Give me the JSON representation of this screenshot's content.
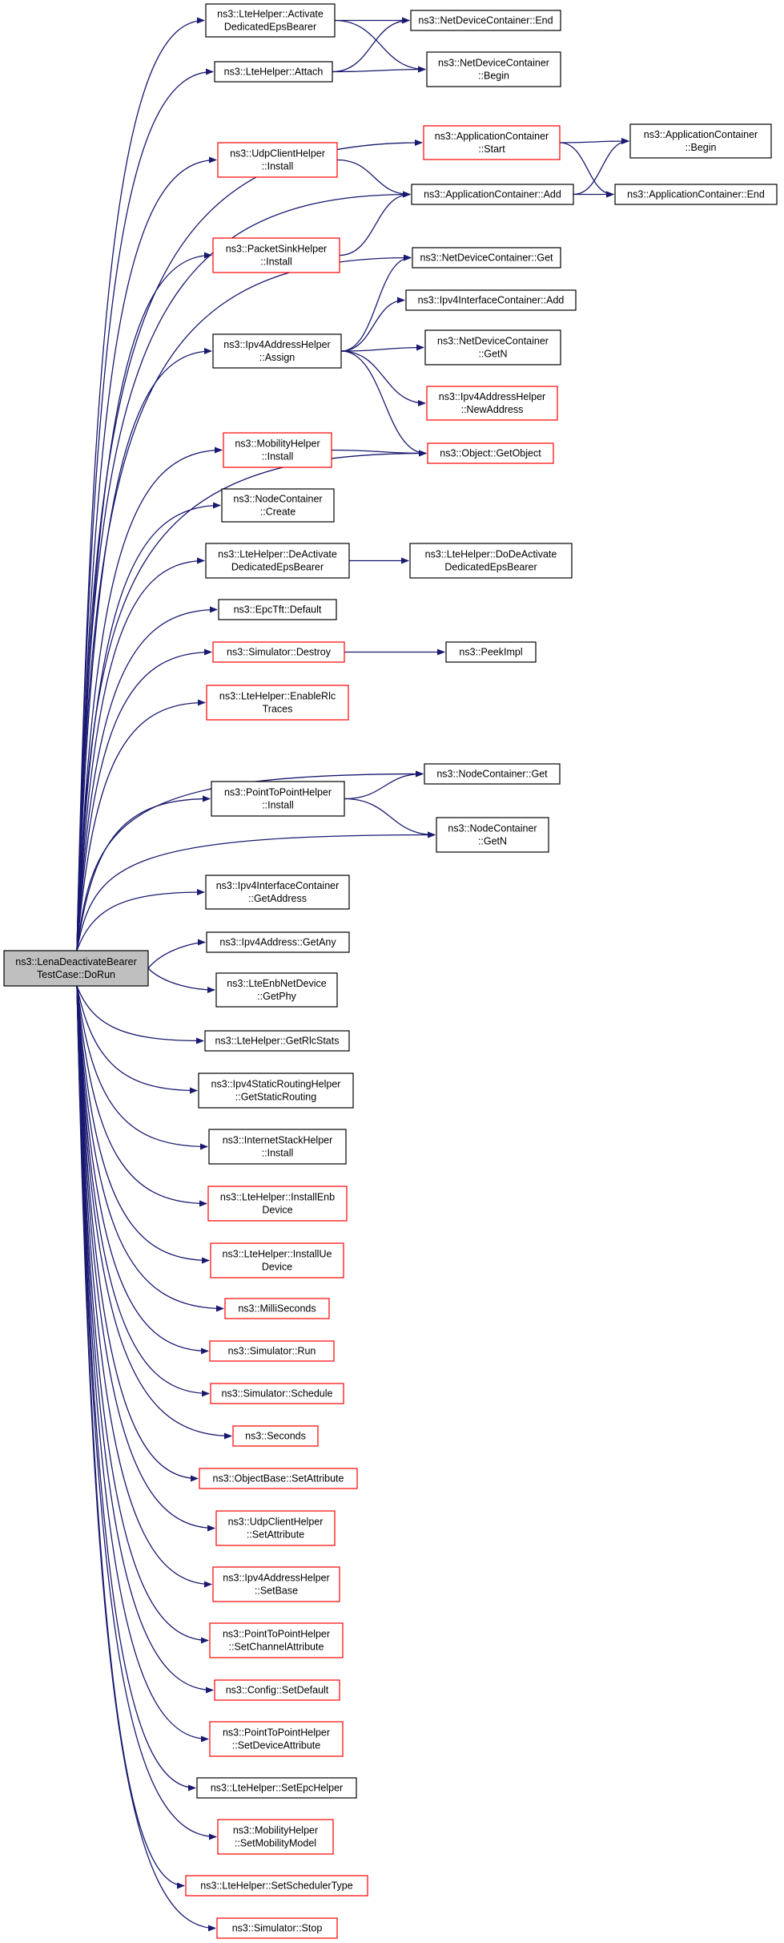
{
  "colors": {
    "edge": "#191970",
    "root_fill": "#bfbfbf",
    "normal_border": "#000000",
    "linked_border": "#ff0000",
    "node_fill": "#ffffff"
  },
  "nodes": [
    {
      "id": "root",
      "lines": [
        "ns3::LenaDeactivateBearer",
        "TestCase::DoRun"
      ],
      "style": "root"
    },
    {
      "id": "activate",
      "lines": [
        "ns3::LteHelper::Activate",
        "DedicatedEpsBearer"
      ],
      "style": "black"
    },
    {
      "id": "ndc_end",
      "lines": [
        "ns3::NetDeviceContainer::End"
      ],
      "style": "black"
    },
    {
      "id": "ndc_begin",
      "lines": [
        "ns3::NetDeviceContainer",
        "::Begin"
      ],
      "style": "black"
    },
    {
      "id": "attach",
      "lines": [
        "ns3::LteHelper::Attach"
      ],
      "style": "black"
    },
    {
      "id": "app_start",
      "lines": [
        "ns3::ApplicationContainer",
        "::Start"
      ],
      "style": "red"
    },
    {
      "id": "app_begin",
      "lines": [
        "ns3::ApplicationContainer",
        "::Begin"
      ],
      "style": "black"
    },
    {
      "id": "udp_install",
      "lines": [
        "ns3::UdpClientHelper",
        "::Install"
      ],
      "style": "red"
    },
    {
      "id": "app_add",
      "lines": [
        "ns3::ApplicationContainer::Add"
      ],
      "style": "black"
    },
    {
      "id": "app_end",
      "lines": [
        "ns3::ApplicationContainer::End"
      ],
      "style": "black"
    },
    {
      "id": "sink_install",
      "lines": [
        "ns3::PacketSinkHelper",
        "::Install"
      ],
      "style": "red"
    },
    {
      "id": "ndc_get",
      "lines": [
        "ns3::NetDeviceContainer::Get"
      ],
      "style": "black"
    },
    {
      "id": "ipv4ic_add",
      "lines": [
        "ns3::Ipv4InterfaceContainer::Add"
      ],
      "style": "black"
    },
    {
      "id": "ipv4ah_assign",
      "lines": [
        "ns3::Ipv4AddressHelper",
        "::Assign"
      ],
      "style": "black"
    },
    {
      "id": "ndc_getn",
      "lines": [
        "ns3::NetDeviceContainer",
        "::GetN"
      ],
      "style": "black"
    },
    {
      "id": "ipv4ah_newaddr",
      "lines": [
        "ns3::Ipv4AddressHelper",
        "::NewAddress"
      ],
      "style": "red"
    },
    {
      "id": "mob_install",
      "lines": [
        "ns3::MobilityHelper",
        "::Install"
      ],
      "style": "red"
    },
    {
      "id": "obj_getobject",
      "lines": [
        "ns3::Object::GetObject"
      ],
      "style": "red"
    },
    {
      "id": "nc_create",
      "lines": [
        "ns3::NodeContainer",
        "::Create"
      ],
      "style": "black"
    },
    {
      "id": "deactivate",
      "lines": [
        "ns3::LteHelper::DeActivate",
        "DedicatedEpsBearer"
      ],
      "style": "black"
    },
    {
      "id": "dodeactivate",
      "lines": [
        "ns3::LteHelper::DoDeActivate",
        "DedicatedEpsBearer"
      ],
      "style": "black"
    },
    {
      "id": "epctft_default",
      "lines": [
        "ns3::EpcTft::Default"
      ],
      "style": "black"
    },
    {
      "id": "sim_destroy",
      "lines": [
        "ns3::Simulator::Destroy"
      ],
      "style": "red"
    },
    {
      "id": "peekimpl",
      "lines": [
        "ns3::PeekImpl"
      ],
      "style": "black"
    },
    {
      "id": "enable_rlc",
      "lines": [
        "ns3::LteHelper::EnableRlc",
        "Traces"
      ],
      "style": "red"
    },
    {
      "id": "nc_get",
      "lines": [
        "ns3::NodeContainer::Get"
      ],
      "style": "black"
    },
    {
      "id": "p2p_install",
      "lines": [
        "ns3::PointToPointHelper",
        "::Install"
      ],
      "style": "black"
    },
    {
      "id": "nc_getn",
      "lines": [
        "ns3::NodeContainer",
        "::GetN"
      ],
      "style": "black"
    },
    {
      "id": "ipv4ic_getaddr",
      "lines": [
        "ns3::Ipv4InterfaceContainer",
        "::GetAddress"
      ],
      "style": "black"
    },
    {
      "id": "ipv4_getany",
      "lines": [
        "ns3::Ipv4Address::GetAny"
      ],
      "style": "black"
    },
    {
      "id": "enb_getphy",
      "lines": [
        "ns3::LteEnbNetDevice",
        "::GetPhy"
      ],
      "style": "black"
    },
    {
      "id": "get_rlcstats",
      "lines": [
        "ns3::LteHelper::GetRlcStats"
      ],
      "style": "black"
    },
    {
      "id": "static_routing",
      "lines": [
        "ns3::Ipv4StaticRoutingHelper",
        "::GetStaticRouting"
      ],
      "style": "black"
    },
    {
      "id": "inet_install",
      "lines": [
        "ns3::InternetStackHelper",
        "::Install"
      ],
      "style": "black"
    },
    {
      "id": "install_enb",
      "lines": [
        "ns3::LteHelper::InstallEnb",
        "Device"
      ],
      "style": "red"
    },
    {
      "id": "install_ue",
      "lines": [
        "ns3::LteHelper::InstallUe",
        "Device"
      ],
      "style": "red"
    },
    {
      "id": "milliseconds",
      "lines": [
        "ns3::MilliSeconds"
      ],
      "style": "red"
    },
    {
      "id": "sim_run",
      "lines": [
        "ns3::Simulator::Run"
      ],
      "style": "red"
    },
    {
      "id": "sim_schedule",
      "lines": [
        "ns3::Simulator::Schedule"
      ],
      "style": "red"
    },
    {
      "id": "seconds",
      "lines": [
        "ns3::Seconds"
      ],
      "style": "red"
    },
    {
      "id": "ob_setattr",
      "lines": [
        "ns3::ObjectBase::SetAttribute"
      ],
      "style": "red"
    },
    {
      "id": "udp_setattr",
      "lines": [
        "ns3::UdpClientHelper",
        "::SetAttribute"
      ],
      "style": "red"
    },
    {
      "id": "ipv4ah_setbase",
      "lines": [
        "ns3::Ipv4AddressHelper",
        "::SetBase"
      ],
      "style": "red"
    },
    {
      "id": "p2p_setchan",
      "lines": [
        "ns3::PointToPointHelper",
        "::SetChannelAttribute"
      ],
      "style": "red"
    },
    {
      "id": "config_setdefault",
      "lines": [
        "ns3::Config::SetDefault"
      ],
      "style": "red"
    },
    {
      "id": "p2p_setdev",
      "lines": [
        "ns3::PointToPointHelper",
        "::SetDeviceAttribute"
      ],
      "style": "red"
    },
    {
      "id": "set_epchelper",
      "lines": [
        "ns3::LteHelper::SetEpcHelper"
      ],
      "style": "black"
    },
    {
      "id": "mob_setmodel",
      "lines": [
        "ns3::MobilityHelper",
        "::SetMobilityModel"
      ],
      "style": "red"
    },
    {
      "id": "set_scheduler",
      "lines": [
        "ns3::LteHelper::SetSchedulerType"
      ],
      "style": "red"
    },
    {
      "id": "sim_stop",
      "lines": [
        "ns3::Simulator::Stop"
      ],
      "style": "red"
    }
  ],
  "edges": [
    [
      "root",
      "activate"
    ],
    [
      "root",
      "attach"
    ],
    [
      "root",
      "app_start"
    ],
    [
      "root",
      "udp_install"
    ],
    [
      "root",
      "app_add"
    ],
    [
      "root",
      "sink_install"
    ],
    [
      "root",
      "ndc_get"
    ],
    [
      "root",
      "ipv4ah_assign"
    ],
    [
      "root",
      "obj_getobject"
    ],
    [
      "root",
      "mob_install"
    ],
    [
      "root",
      "nc_create"
    ],
    [
      "root",
      "deactivate"
    ],
    [
      "root",
      "epctft_default"
    ],
    [
      "root",
      "sim_destroy"
    ],
    [
      "root",
      "enable_rlc"
    ],
    [
      "root",
      "nc_get"
    ],
    [
      "root",
      "p2p_install"
    ],
    [
      "root",
      "nc_getn"
    ],
    [
      "root",
      "ipv4ic_getaddr"
    ],
    [
      "root",
      "ipv4_getany"
    ],
    [
      "root",
      "enb_getphy"
    ],
    [
      "root",
      "get_rlcstats"
    ],
    [
      "root",
      "static_routing"
    ],
    [
      "root",
      "inet_install"
    ],
    [
      "root",
      "install_enb"
    ],
    [
      "root",
      "install_ue"
    ],
    [
      "root",
      "milliseconds"
    ],
    [
      "root",
      "sim_run"
    ],
    [
      "root",
      "sim_schedule"
    ],
    [
      "root",
      "seconds"
    ],
    [
      "root",
      "ob_setattr"
    ],
    [
      "root",
      "udp_setattr"
    ],
    [
      "root",
      "ipv4ah_setbase"
    ],
    [
      "root",
      "p2p_setchan"
    ],
    [
      "root",
      "config_setdefault"
    ],
    [
      "root",
      "p2p_setdev"
    ],
    [
      "root",
      "set_epchelper"
    ],
    [
      "root",
      "mob_setmodel"
    ],
    [
      "root",
      "set_scheduler"
    ],
    [
      "root",
      "sim_stop"
    ],
    [
      "activate",
      "ndc_end"
    ],
    [
      "activate",
      "ndc_begin"
    ],
    [
      "attach",
      "ndc_end"
    ],
    [
      "attach",
      "ndc_begin"
    ],
    [
      "app_start",
      "app_begin"
    ],
    [
      "app_start",
      "app_end"
    ],
    [
      "udp_install",
      "app_add"
    ],
    [
      "app_add",
      "app_begin"
    ],
    [
      "app_add",
      "app_end"
    ],
    [
      "sink_install",
      "app_add"
    ],
    [
      "ipv4ah_assign",
      "ndc_get"
    ],
    [
      "ipv4ah_assign",
      "ipv4ic_add"
    ],
    [
      "ipv4ah_assign",
      "ndc_getn"
    ],
    [
      "ipv4ah_assign",
      "ipv4ah_newaddr"
    ],
    [
      "ipv4ah_assign",
      "obj_getobject"
    ],
    [
      "mob_install",
      "obj_getobject"
    ],
    [
      "deactivate",
      "dodeactivate"
    ],
    [
      "sim_destroy",
      "peekimpl"
    ],
    [
      "p2p_install",
      "nc_get"
    ],
    [
      "p2p_install",
      "nc_getn"
    ]
  ]
}
